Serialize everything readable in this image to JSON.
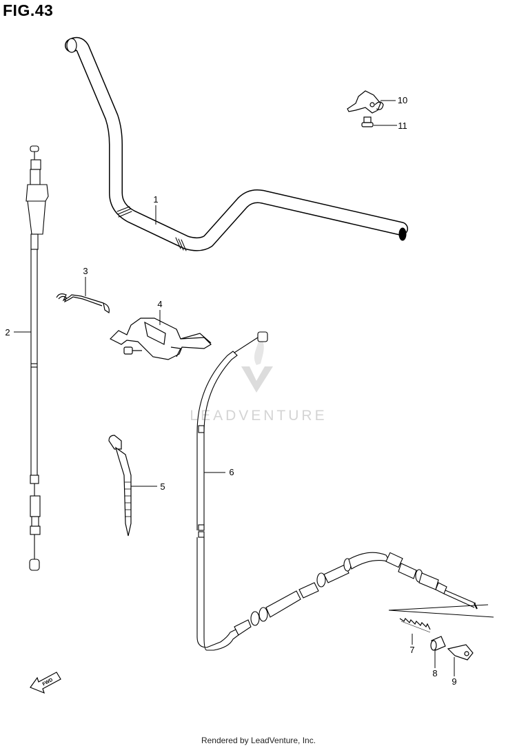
{
  "figure": {
    "title": "FIG.43"
  },
  "callouts": {
    "c1": "1",
    "c2": "2",
    "c3": "3",
    "c4": "4",
    "c5": "5",
    "c6": "6",
    "c7": "7",
    "c8": "8",
    "c9": "9",
    "c10": "10",
    "c11": "11"
  },
  "watermark": {
    "text": "LEADVENTURE"
  },
  "fwd_label": "FWD",
  "footer": {
    "text": "Rendered by LeadVenture, Inc."
  }
}
